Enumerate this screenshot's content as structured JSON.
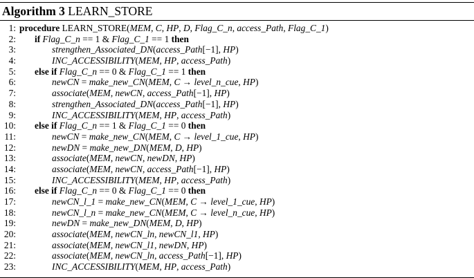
{
  "caption": {
    "label": "Algorithm 3",
    "name": "LEARN_STORE"
  },
  "lines": [
    {
      "n": "1:",
      "indent": 0,
      "parts": [
        [
          "kw",
          "procedure"
        ],
        [
          "t",
          " LEARN_STORE("
        ],
        [
          "m",
          "MEM"
        ],
        [
          "t",
          ", "
        ],
        [
          "m",
          "C"
        ],
        [
          "t",
          ", "
        ],
        [
          "m",
          "HP"
        ],
        [
          "t",
          ", "
        ],
        [
          "m",
          "D"
        ],
        [
          "t",
          ", "
        ],
        [
          "m",
          "Flag_C_n"
        ],
        [
          "t",
          ", "
        ],
        [
          "m",
          "access_Path"
        ],
        [
          "t",
          ", "
        ],
        [
          "m",
          "Flag_C_1"
        ],
        [
          "t",
          ")"
        ]
      ]
    },
    {
      "n": "2:",
      "indent": 1,
      "parts": [
        [
          "kw",
          "if"
        ],
        [
          "t",
          " "
        ],
        [
          "m",
          "Flag_C_n"
        ],
        [
          "t",
          " == 1 & "
        ],
        [
          "m",
          "Flag_C_1"
        ],
        [
          "t",
          " == 1 "
        ],
        [
          "kw",
          "then"
        ]
      ]
    },
    {
      "n": "3:",
      "indent": 2,
      "parts": [
        [
          "m",
          "strengthen_Associated_DN"
        ],
        [
          "t",
          "("
        ],
        [
          "m",
          "access_Path"
        ],
        [
          "t",
          "[−1], "
        ],
        [
          "m",
          "HP"
        ],
        [
          "t",
          ")"
        ]
      ]
    },
    {
      "n": "4:",
      "indent": 2,
      "parts": [
        [
          "m",
          "INC_ACCESSIBILITY"
        ],
        [
          "t",
          "("
        ],
        [
          "m",
          "MEM"
        ],
        [
          "t",
          ", "
        ],
        [
          "m",
          "HP"
        ],
        [
          "t",
          ", "
        ],
        [
          "m",
          "access_Path"
        ],
        [
          "t",
          ")"
        ]
      ]
    },
    {
      "n": "5:",
      "indent": 1,
      "parts": [
        [
          "kw",
          "else if"
        ],
        [
          "t",
          " "
        ],
        [
          "m",
          "Flag_C_n"
        ],
        [
          "t",
          " == 0 & "
        ],
        [
          "m",
          "Flag_C_1"
        ],
        [
          "t",
          " == 1 "
        ],
        [
          "kw",
          "then"
        ]
      ]
    },
    {
      "n": "6:",
      "indent": 2,
      "parts": [
        [
          "m",
          "newCN"
        ],
        [
          "t",
          " = "
        ],
        [
          "m",
          "make_new_CN"
        ],
        [
          "t",
          "("
        ],
        [
          "m",
          "MEM"
        ],
        [
          "t",
          ", "
        ],
        [
          "m",
          "C"
        ],
        [
          "t",
          " → "
        ],
        [
          "m",
          "level_n_cue"
        ],
        [
          "t",
          ", "
        ],
        [
          "m",
          "HP"
        ],
        [
          "t",
          ")"
        ]
      ]
    },
    {
      "n": "7:",
      "indent": 2,
      "parts": [
        [
          "m",
          "associate"
        ],
        [
          "t",
          "("
        ],
        [
          "m",
          "MEM"
        ],
        [
          "t",
          ", "
        ],
        [
          "m",
          "newCN"
        ],
        [
          "t",
          ", "
        ],
        [
          "m",
          "access_Path"
        ],
        [
          "t",
          "[−1], "
        ],
        [
          "m",
          "HP"
        ],
        [
          "t",
          ")"
        ]
      ]
    },
    {
      "n": "8:",
      "indent": 2,
      "parts": [
        [
          "m",
          "strengthen_Associated_DN"
        ],
        [
          "t",
          "("
        ],
        [
          "m",
          "access_Path"
        ],
        [
          "t",
          "[−1], "
        ],
        [
          "m",
          "HP"
        ],
        [
          "t",
          ")"
        ]
      ]
    },
    {
      "n": "9:",
      "indent": 2,
      "parts": [
        [
          "m",
          "INC_ACCESSIBILITY"
        ],
        [
          "t",
          "("
        ],
        [
          "m",
          "MEM"
        ],
        [
          "t",
          ", "
        ],
        [
          "m",
          "HP"
        ],
        [
          "t",
          ", "
        ],
        [
          "m",
          "access_Path"
        ],
        [
          "t",
          ")"
        ]
      ]
    },
    {
      "n": "10:",
      "indent": 1,
      "parts": [
        [
          "kw",
          "else if"
        ],
        [
          "t",
          " "
        ],
        [
          "m",
          "Flag_C_n"
        ],
        [
          "t",
          " == 1 & "
        ],
        [
          "m",
          "Flag_C_1"
        ],
        [
          "t",
          " == 0 "
        ],
        [
          "kw",
          "then"
        ]
      ]
    },
    {
      "n": "11:",
      "indent": 2,
      "parts": [
        [
          "m",
          "newCN"
        ],
        [
          "t",
          " = "
        ],
        [
          "m",
          "make_new_CN"
        ],
        [
          "t",
          "("
        ],
        [
          "m",
          "MEM"
        ],
        [
          "t",
          ", "
        ],
        [
          "m",
          "C"
        ],
        [
          "t",
          " → "
        ],
        [
          "m",
          "level_1_cue"
        ],
        [
          "t",
          ", "
        ],
        [
          "m",
          "HP"
        ],
        [
          "t",
          ")"
        ]
      ]
    },
    {
      "n": "12:",
      "indent": 2,
      "parts": [
        [
          "m",
          "newDN"
        ],
        [
          "t",
          " = "
        ],
        [
          "m",
          "make_new_DN"
        ],
        [
          "t",
          "("
        ],
        [
          "m",
          "MEM"
        ],
        [
          "t",
          ", "
        ],
        [
          "m",
          "D"
        ],
        [
          "t",
          ", "
        ],
        [
          "m",
          "HP"
        ],
        [
          "t",
          ")"
        ]
      ]
    },
    {
      "n": "13:",
      "indent": 2,
      "parts": [
        [
          "m",
          "associate"
        ],
        [
          "t",
          "("
        ],
        [
          "m",
          "MEM"
        ],
        [
          "t",
          ", "
        ],
        [
          "m",
          "newCN"
        ],
        [
          "t",
          ", "
        ],
        [
          "m",
          "newDN"
        ],
        [
          "t",
          ", "
        ],
        [
          "m",
          "HP"
        ],
        [
          "t",
          ")"
        ]
      ]
    },
    {
      "n": "14:",
      "indent": 2,
      "parts": [
        [
          "m",
          "associate"
        ],
        [
          "t",
          "("
        ],
        [
          "m",
          "MEM"
        ],
        [
          "t",
          ", "
        ],
        [
          "m",
          "newCN"
        ],
        [
          "t",
          ", "
        ],
        [
          "m",
          "access_Path"
        ],
        [
          "t",
          "[−1], "
        ],
        [
          "m",
          "HP"
        ],
        [
          "t",
          ")"
        ]
      ]
    },
    {
      "n": "15:",
      "indent": 2,
      "parts": [
        [
          "m",
          "INC_ACCESSIBILITY"
        ],
        [
          "t",
          "("
        ],
        [
          "m",
          "MEM"
        ],
        [
          "t",
          ", "
        ],
        [
          "m",
          "HP"
        ],
        [
          "t",
          ", "
        ],
        [
          "m",
          "access_Path"
        ],
        [
          "t",
          ")"
        ]
      ]
    },
    {
      "n": "16:",
      "indent": 1,
      "parts": [
        [
          "kw",
          "else if"
        ],
        [
          "t",
          " "
        ],
        [
          "m",
          "Flag_C_n"
        ],
        [
          "t",
          " == 0 & "
        ],
        [
          "m",
          "Flag_C_1"
        ],
        [
          "t",
          " == 0 "
        ],
        [
          "kw",
          "then"
        ]
      ]
    },
    {
      "n": "17:",
      "indent": 2,
      "parts": [
        [
          "m",
          "newCN_l_1"
        ],
        [
          "t",
          " = "
        ],
        [
          "m",
          "make_new_CN"
        ],
        [
          "t",
          "("
        ],
        [
          "m",
          "MEM"
        ],
        [
          "t",
          ", "
        ],
        [
          "m",
          "C"
        ],
        [
          "t",
          " → "
        ],
        [
          "m",
          "level_1_cue"
        ],
        [
          "t",
          ", "
        ],
        [
          "m",
          "HP"
        ],
        [
          "t",
          ")"
        ]
      ]
    },
    {
      "n": "18:",
      "indent": 2,
      "parts": [
        [
          "m",
          "newCN_l_n"
        ],
        [
          "t",
          " = "
        ],
        [
          "m",
          "make_new_CN"
        ],
        [
          "t",
          "("
        ],
        [
          "m",
          "MEM"
        ],
        [
          "t",
          ", "
        ],
        [
          "m",
          "C"
        ],
        [
          "t",
          " → "
        ],
        [
          "m",
          "level_n_cue"
        ],
        [
          "t",
          ", "
        ],
        [
          "m",
          "HP"
        ],
        [
          "t",
          ")"
        ]
      ]
    },
    {
      "n": "19:",
      "indent": 2,
      "parts": [
        [
          "m",
          "newDN"
        ],
        [
          "t",
          " = "
        ],
        [
          "m",
          "make_new_DN"
        ],
        [
          "t",
          "("
        ],
        [
          "m",
          "MEM"
        ],
        [
          "t",
          ", "
        ],
        [
          "m",
          "D"
        ],
        [
          "t",
          ", "
        ],
        [
          "m",
          "HP"
        ],
        [
          "t",
          ")"
        ]
      ]
    },
    {
      "n": "20:",
      "indent": 2,
      "parts": [
        [
          "m",
          "associate"
        ],
        [
          "t",
          "("
        ],
        [
          "m",
          "MEM"
        ],
        [
          "t",
          ", "
        ],
        [
          "m",
          "newCN_ln"
        ],
        [
          "t",
          ", "
        ],
        [
          "m",
          "newCN_l1"
        ],
        [
          "t",
          ", "
        ],
        [
          "m",
          "HP"
        ],
        [
          "t",
          ")"
        ]
      ]
    },
    {
      "n": "21:",
      "indent": 2,
      "parts": [
        [
          "m",
          "associate"
        ],
        [
          "t",
          "("
        ],
        [
          "m",
          "MEM"
        ],
        [
          "t",
          ", "
        ],
        [
          "m",
          "newCN_l1"
        ],
        [
          "t",
          ", "
        ],
        [
          "m",
          "newDN"
        ],
        [
          "t",
          ", "
        ],
        [
          "m",
          "HP"
        ],
        [
          "t",
          ")"
        ]
      ]
    },
    {
      "n": "22:",
      "indent": 2,
      "parts": [
        [
          "m",
          "associate"
        ],
        [
          "t",
          "("
        ],
        [
          "m",
          "MEM"
        ],
        [
          "t",
          ", "
        ],
        [
          "m",
          "newCN_ln"
        ],
        [
          "t",
          ", "
        ],
        [
          "m",
          "access_Path"
        ],
        [
          "t",
          "[−1], "
        ],
        [
          "m",
          "HP"
        ],
        [
          "t",
          ")"
        ]
      ]
    },
    {
      "n": "23:",
      "indent": 2,
      "parts": [
        [
          "m",
          "INC_ACCESSIBILITY"
        ],
        [
          "t",
          "("
        ],
        [
          "m",
          "MEM"
        ],
        [
          "t",
          ", "
        ],
        [
          "m",
          "HP"
        ],
        [
          "t",
          ", "
        ],
        [
          "m",
          "access_Path"
        ],
        [
          "t",
          ")"
        ]
      ]
    }
  ]
}
